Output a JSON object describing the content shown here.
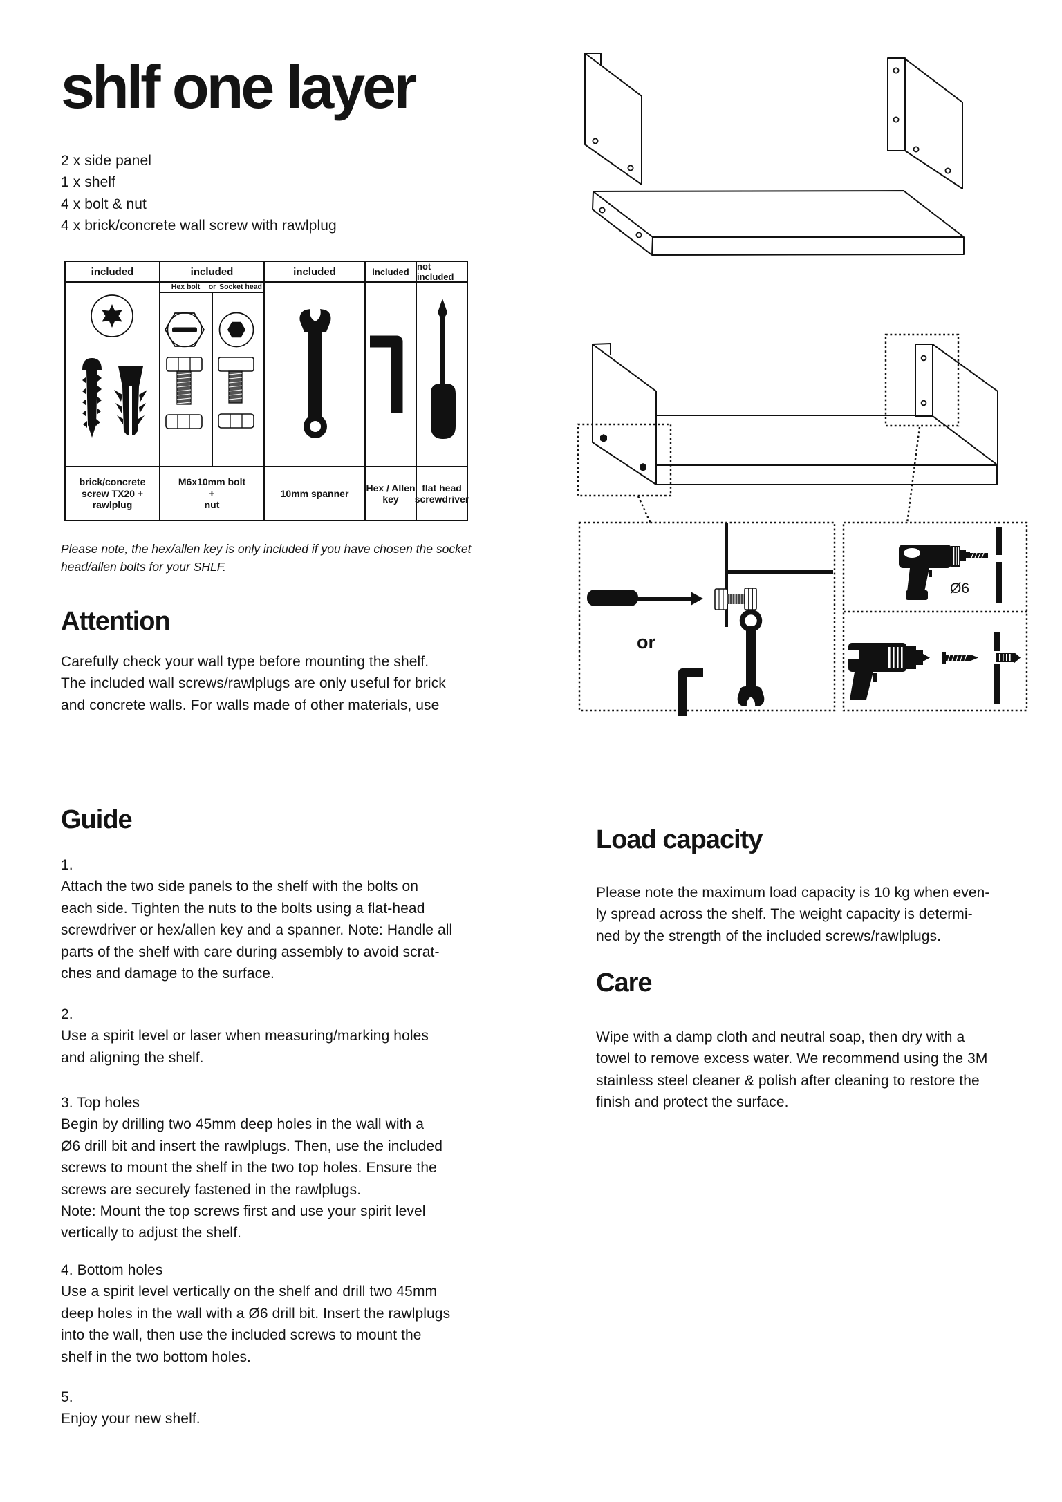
{
  "page": {
    "background": "#ffffff",
    "text_color": "#141414",
    "accent_black": "#111111"
  },
  "title": "shlf one layer",
  "parts_list": "2 x side panel\n1 x shelf\n4 x bolt & nut\n4 x brick/concrete wall screw with rawlplug",
  "components_table": {
    "columns": [
      {
        "status": "included",
        "icon": "torx-screw-and-rawlplug-icon",
        "caption": "brick/concrete\nscrew TX20 +\nrawlplug"
      },
      {
        "status": "included",
        "icon": "hex-and-socket-bolt-icon",
        "caption": "M6x10mm bolt\n+\nnut",
        "subheader": {
          "left": "Hex bolt",
          "middle": "or",
          "right": "Socket head"
        }
      },
      {
        "status": "included",
        "icon": "spanner-icon",
        "caption": "10mm spanner"
      },
      {
        "status": "included",
        "icon": "allen-key-icon",
        "caption": "Hex / Allen\nkey"
      },
      {
        "status": "not included",
        "icon": "flat-head-screwdriver-icon",
        "caption": "flat head\nscrewdriver"
      }
    ]
  },
  "note": "Please note, the hex/allen key is only included if you have chosen the socket\nhead/allen bolts for your SHLF.",
  "attention": {
    "heading": "Attention",
    "body": "Carefully check your wall type before mounting the shelf.\nThe included wall screws/rawlplugs are only useful for brick\nand concrete walls. For walls made of other materials, use"
  },
  "guide": {
    "heading": "Guide",
    "steps": [
      {
        "label": "1.",
        "body": "Attach the two side panels to the shelf with the bolts on\neach side. Tighten the nuts to the bolts using a flat-head\nscrewdriver or hex/allen key and a spanner. Note: Handle all\nparts of the shelf with care during assembly to avoid scrat-\nches and damage to the surface."
      },
      {
        "label": "2.",
        "body": "Use a spirit level or laser when measuring/marking holes\nand aligning the shelf."
      },
      {
        "label": "3. Top holes",
        "body": "Begin by drilling two 45mm deep holes in the wall with a\nØ6 drill bit and insert the rawlplugs. Then, use the included\nscrews to mount the shelf in the two top holes. Ensure the\nscrews are securely fastened in the rawlplugs.\nNote: Mount the top screws first and use your spirit level\nvertically to adjust the shelf."
      },
      {
        "label": "4. Bottom holes",
        "body": "Use a spirit level vertically on the shelf and drill two 45mm\ndeep holes in the wall with a Ø6 drill bit. Insert the rawlplugs\ninto the wall, then use the included screws to mount the\nshelf in the two bottom holes."
      },
      {
        "label": "5.",
        "body": "Enjoy your new shelf."
      }
    ]
  },
  "load_capacity": {
    "heading": "Load capacity",
    "body": "Please note the maximum load capacity is 10 kg when even-\nly spread across the shelf. The weight capacity is determi-\nned by the strength of the included screws/rawlplugs."
  },
  "care": {
    "heading": "Care",
    "body": "Wipe with a damp cloth and neutral soap, then dry with a\ntowel to remove excess water. We recommend using the 3M\nstainless steel cleaner & polish after cleaning to restore the\nfinish and protect the surface."
  },
  "diagrams": {
    "exploded_view_icon": "exploded-shelf-parts-diagram",
    "assembled_view_icon": "assembled-shelf-diagram",
    "or_label": "or",
    "drill_diameter_label": "Ø6",
    "detail_left_icons": [
      "screwdriver-icon",
      "bolt-and-nut-icon",
      "allen-key-icon",
      "spanner-icon"
    ],
    "detail_right_icons": [
      "drill-icon",
      "wall-hole-icon",
      "drill-icon",
      "screw-into-rawlplug-icon"
    ]
  }
}
